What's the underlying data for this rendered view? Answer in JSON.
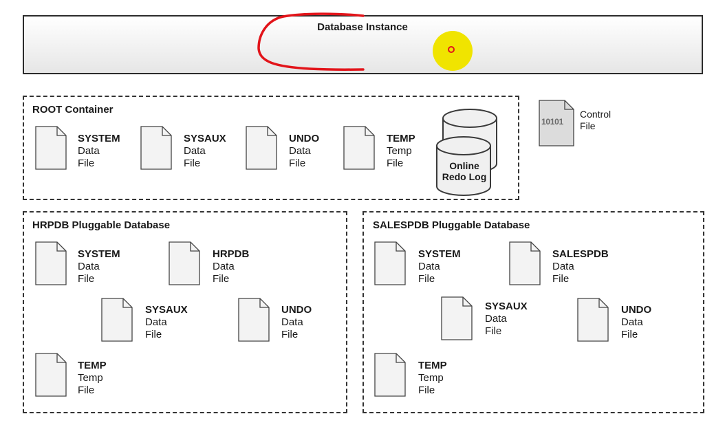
{
  "instance": {
    "label": "Database Instance"
  },
  "control_file": {
    "bits": "10101",
    "line1": "Control",
    "line2": "File"
  },
  "root": {
    "title": "ROOT Container",
    "files": [
      {
        "line1": "SYSTEM",
        "line2": "Data",
        "line3": "File"
      },
      {
        "line1": "SYSAUX",
        "line2": "Data",
        "line3": "File"
      },
      {
        "line1": "UNDO",
        "line2": "Data",
        "line3": "File"
      },
      {
        "line1": "TEMP",
        "line2": "Temp",
        "line3": "File"
      }
    ],
    "redo": {
      "line1": "Online",
      "line2": "Redo Log"
    }
  },
  "hrpdb": {
    "title": "HRPDB Pluggable Database",
    "files": [
      {
        "line1": "SYSTEM",
        "line2": "Data",
        "line3": "File"
      },
      {
        "line1": "HRPDB",
        "line2": "Data",
        "line3": "File"
      },
      {
        "line1": "SYSAUX",
        "line2": "Data",
        "line3": "File"
      },
      {
        "line1": "UNDO",
        "line2": "Data",
        "line3": "File"
      },
      {
        "line1": "TEMP",
        "line2": "Temp",
        "line3": "File"
      }
    ]
  },
  "salespdb": {
    "title": "SALESPDB Pluggable Database",
    "files": [
      {
        "line1": "SYSTEM",
        "line2": "Data",
        "line3": "File"
      },
      {
        "line1": "SALESPDB",
        "line2": "Data",
        "line3": "File"
      },
      {
        "line1": "SYSAUX",
        "line2": "Data",
        "line3": "File"
      },
      {
        "line1": "UNDO",
        "line2": "Data",
        "line3": "File"
      },
      {
        "line1": "TEMP",
        "line2": "Temp",
        "line3": "File"
      }
    ]
  },
  "colors": {
    "annotation": "#e2141a",
    "pointer": "#f0e400"
  }
}
